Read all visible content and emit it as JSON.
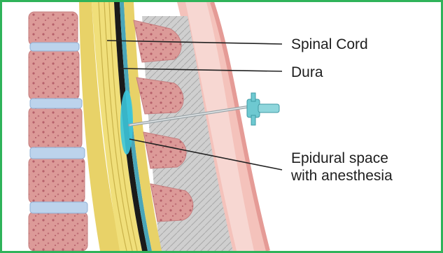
{
  "labels": {
    "spinal_cord": "Spinal Cord",
    "dura": "Dura",
    "epidural_line1": "Epidural space",
    "epidural_line2": "with anesthesia"
  },
  "colors": {
    "frame_border": "#2fb35a",
    "bone": "#d98f8f",
    "bone_spots": "#b85f6a",
    "disc": "#b9cfe8",
    "spinal_fat": "#f0df7a",
    "dura_band": "#1a1a1a",
    "csf": "#4aa5b8",
    "anesthesia": "#3cc7dc",
    "ligament": "#c9c9c9",
    "skin": "#f2b3ac",
    "needle_hub": "#66c6cf",
    "leader_line": "#222222"
  },
  "icons": [
    "spine-cross-section-illustration",
    "epidural-needle-icon"
  ]
}
